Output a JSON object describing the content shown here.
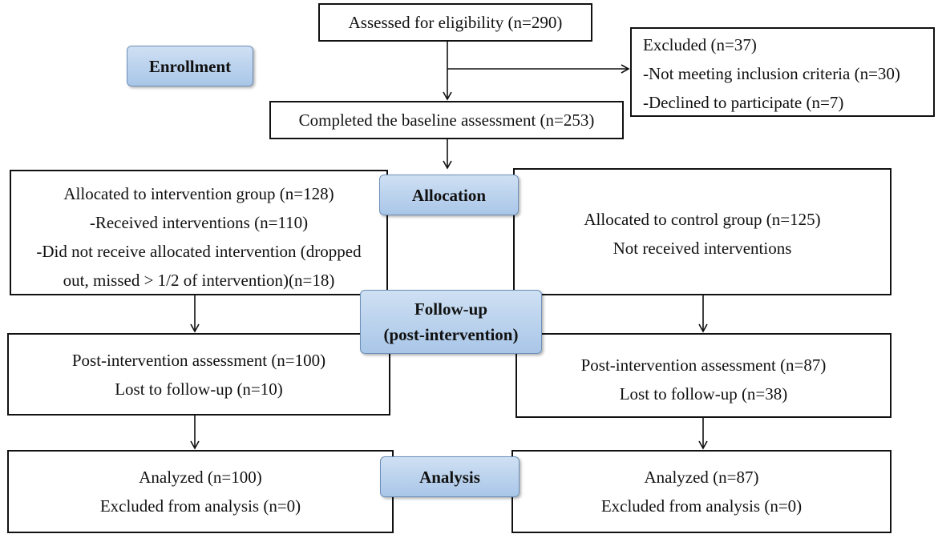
{
  "stages": {
    "enrollment": "Enrollment",
    "allocation": "Allocation",
    "followup_line1": "Follow-up",
    "followup_line2": "(post-intervention)",
    "analysis": "Analysis"
  },
  "assessed": "Assessed for eligibility (n=290)",
  "excluded": {
    "title": "Excluded (n=37)",
    "items": [
      "-Not meeting inclusion criteria (n=30)",
      "-Declined to participate (n=7)"
    ]
  },
  "baseline": "Completed the baseline assessment (n=253)",
  "intervention": {
    "allocated": "Allocated to intervention group (n=128)",
    "received": "-Received interventions (n=110)",
    "not_received_1": "-Did not receive allocated intervention (dropped",
    "not_received_2": "out, missed > 1/2 of intervention)(n=18)",
    "post_assessment": "Post-intervention assessment (n=100)",
    "lost": "Lost to follow-up (n=10)",
    "analyzed": "Analyzed (n=100)",
    "excluded_analysis": "Excluded from analysis (n=0)"
  },
  "control": {
    "allocated": "Allocated to control group (n=125)",
    "not_received": "Not received interventions",
    "post_assessment": "Post-intervention assessment (n=87)",
    "lost": "Lost to follow-up (n=38)",
    "analyzed": "Analyzed (n=87)",
    "excluded_analysis": "Excluded from analysis (n=0)"
  }
}
